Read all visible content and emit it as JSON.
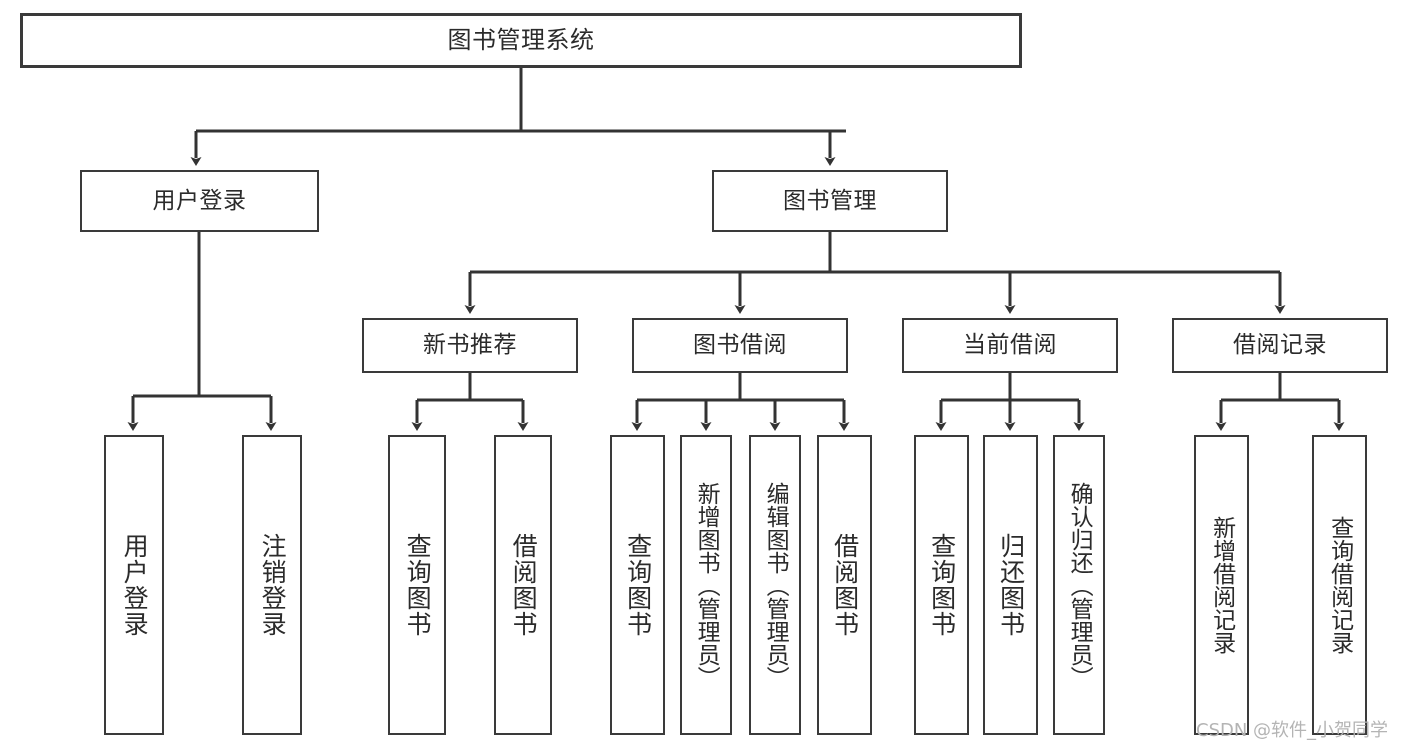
{
  "diagram": {
    "type": "tree",
    "title": "图书管理系统",
    "orientation": "top-down",
    "colors": {
      "box_border": "#3a3a3a",
      "box_fill": "#ffffff",
      "edge": "#333333",
      "text": "#2b2b2b",
      "watermark": "#b4b4b4",
      "background": "#ffffff"
    },
    "root": {
      "id": "root",
      "label": "图书管理系统"
    },
    "level1": [
      {
        "id": "user-login",
        "label": "用户登录"
      },
      {
        "id": "book-manage",
        "label": "图书管理"
      }
    ],
    "level2": [
      {
        "id": "new-book-recommend",
        "label": "新书推荐",
        "parent": "book-manage"
      },
      {
        "id": "book-borrow",
        "label": "图书借阅",
        "parent": "book-manage"
      },
      {
        "id": "current-borrow",
        "label": "当前借阅",
        "parent": "book-manage"
      },
      {
        "id": "borrow-record",
        "label": "借阅记录",
        "parent": "book-manage"
      }
    ],
    "leaves": [
      {
        "id": "leaf-user-login",
        "label": "用户登录",
        "parent": "user-login"
      },
      {
        "id": "leaf-user-logout",
        "label": "注销登录",
        "parent": "user-login"
      },
      {
        "id": "leaf-query-book-1",
        "label": "查询图书",
        "parent": "new-book-recommend"
      },
      {
        "id": "leaf-borrow-book-1",
        "label": "借阅图书",
        "parent": "new-book-recommend"
      },
      {
        "id": "leaf-query-book-2",
        "label": "查询图书",
        "parent": "book-borrow"
      },
      {
        "id": "leaf-add-book",
        "label": "新增图书（管理员）",
        "parent": "book-borrow"
      },
      {
        "id": "leaf-edit-book",
        "label": "编辑图书（管理员）",
        "parent": "book-borrow"
      },
      {
        "id": "leaf-borrow-book-2",
        "label": "借阅图书",
        "parent": "book-borrow"
      },
      {
        "id": "leaf-query-book-3",
        "label": "查询图书",
        "parent": "current-borrow"
      },
      {
        "id": "leaf-return-book",
        "label": "归还图书",
        "parent": "current-borrow"
      },
      {
        "id": "leaf-confirm-return",
        "label": "确认归还（管理员）",
        "parent": "current-borrow"
      },
      {
        "id": "leaf-add-record",
        "label": "新增借阅记录",
        "parent": "borrow-record"
      },
      {
        "id": "leaf-query-record",
        "label": "查询借阅记录",
        "parent": "borrow-record"
      }
    ]
  },
  "watermark": {
    "text": "CSDN @软件_小贺同学"
  }
}
